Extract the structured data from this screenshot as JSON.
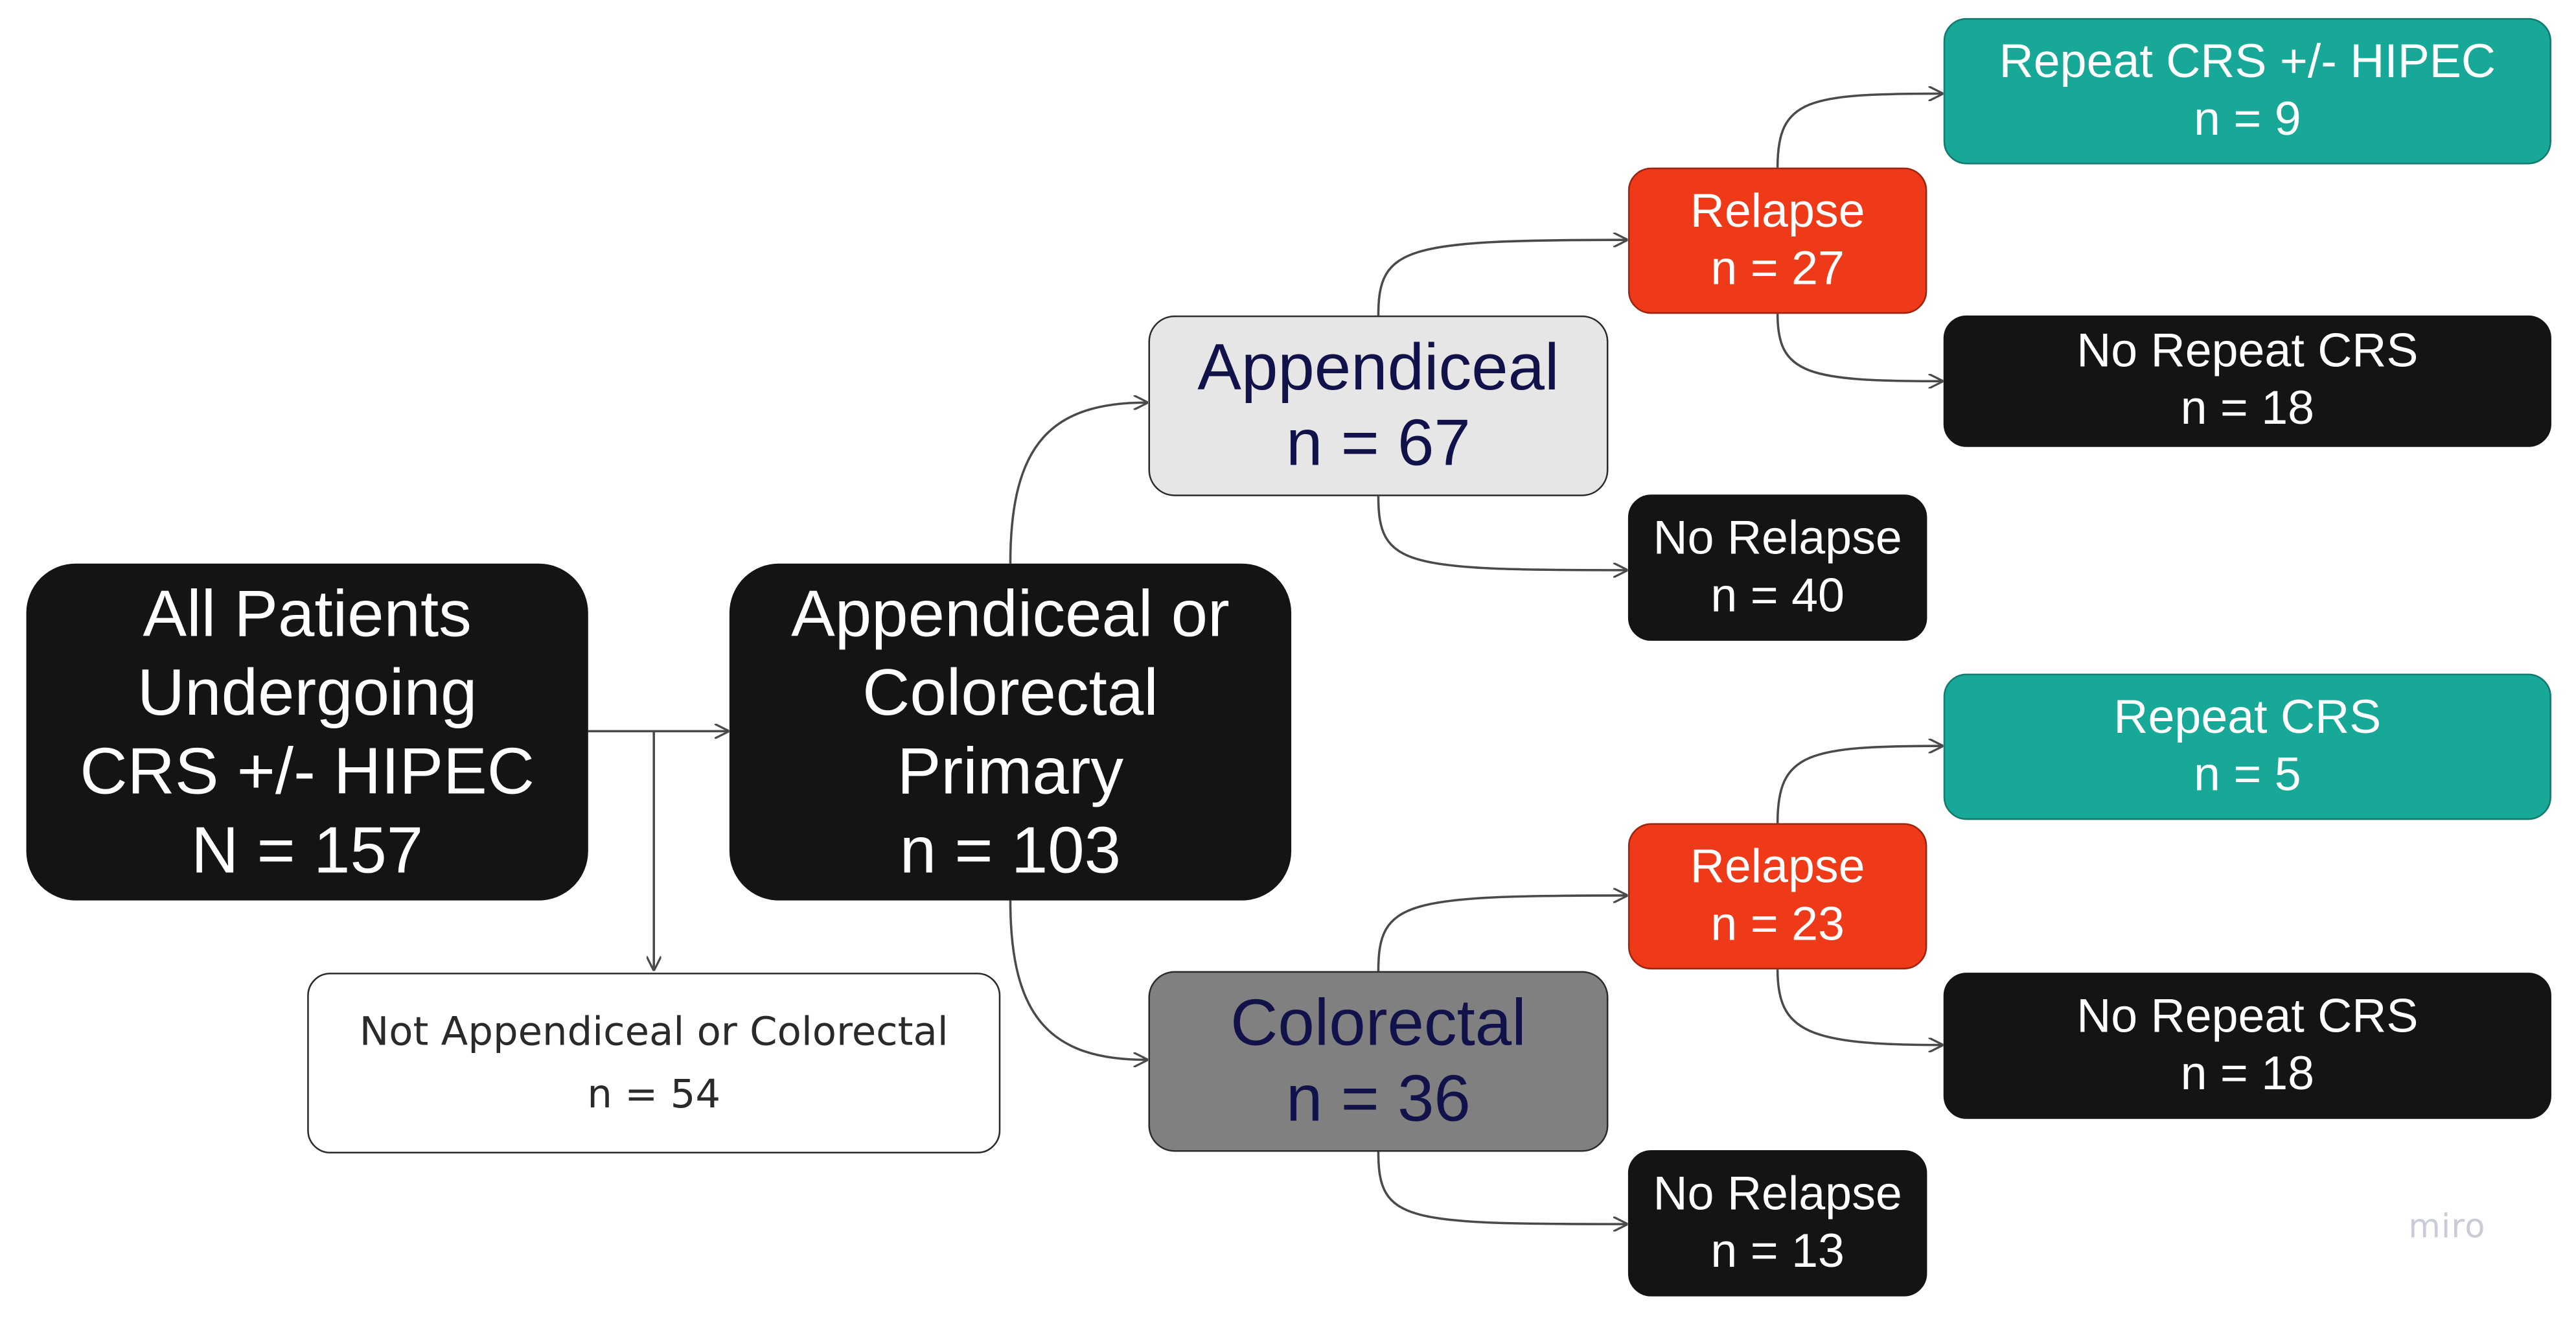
{
  "nodes": {
    "all_patients": {
      "lines": [
        "All Patients",
        "Undergoing",
        "CRS +/- HIPEC",
        "N = 157"
      ]
    },
    "primary": {
      "lines": [
        "Appendiceal or",
        "Colorectal",
        "Primary",
        "n = 103"
      ]
    },
    "not_appendiceal_colorectal": {
      "lines": [
        "Not Appendiceal or Colorectal",
        "n = 54"
      ]
    },
    "appendiceal": {
      "lines": [
        "Appendiceal",
        "n = 67"
      ]
    },
    "colorectal": {
      "lines": [
        "Colorectal",
        "n = 36"
      ]
    },
    "appendiceal_relapse": {
      "lines": [
        "Relapse",
        "n = 27"
      ]
    },
    "appendiceal_no_relapse": {
      "lines": [
        "No Relapse",
        "n = 40"
      ]
    },
    "appendiceal_repeat": {
      "lines": [
        "Repeat CRS +/- HIPEC",
        "n = 9"
      ]
    },
    "appendiceal_no_repeat": {
      "lines": [
        "No Repeat CRS",
        "n = 18"
      ]
    },
    "colorectal_relapse": {
      "lines": [
        "Relapse",
        "n = 23"
      ]
    },
    "colorectal_no_relapse": {
      "lines": [
        "No Relapse",
        "n = 13"
      ]
    },
    "colorectal_repeat": {
      "lines": [
        "Repeat CRS",
        "n = 5"
      ]
    },
    "colorectal_no_repeat": {
      "lines": [
        "No Repeat CRS",
        "n = 18"
      ]
    }
  },
  "watermark": "miro",
  "colors": {
    "dark": "#141414",
    "teal": "#18a898",
    "red": "#ef3a1a",
    "light_grey": "#e6e6e6",
    "mid_grey": "#808080",
    "navy_text": "#12124a"
  }
}
